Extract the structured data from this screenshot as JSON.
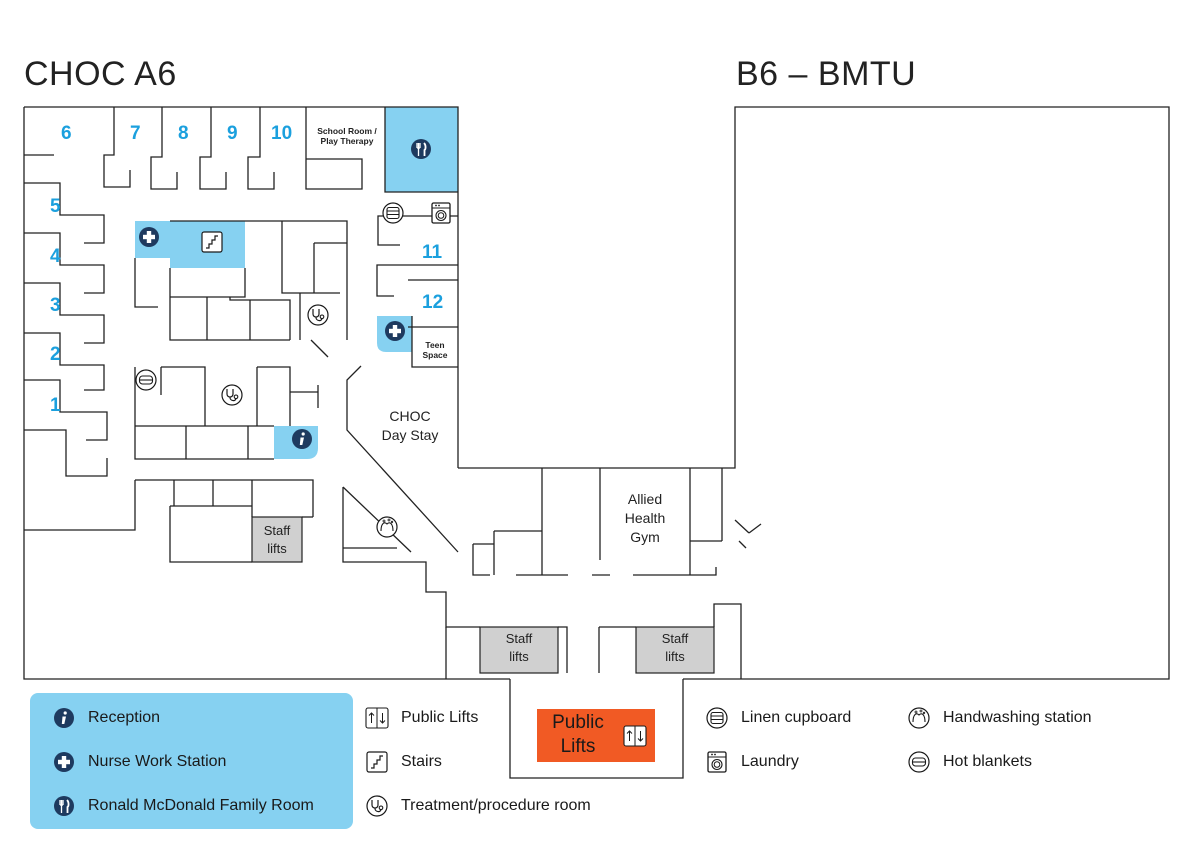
{
  "titles": {
    "left": "CHOC A6",
    "right": "B6 – BMTU"
  },
  "rooms": {
    "r1": "1",
    "r2": "2",
    "r3": "3",
    "r4": "4",
    "r5": "5",
    "r6": "6",
    "r7": "7",
    "r8": "8",
    "r9": "9",
    "r10": "10",
    "r11": "11",
    "r12": "12"
  },
  "areas": {
    "school_room_line1": "School Room /",
    "school_room_line2": "Play Therapy",
    "teen_space_line1": "Teen",
    "teen_space_line2": "Space",
    "day_stay_line1": "CHOC",
    "day_stay_line2": "Day Stay",
    "allied_line1": "Allied",
    "allied_line2": "Health",
    "allied_line3": "Gym",
    "staff_lifts_line1": "Staff",
    "staff_lifts_line2": "lifts",
    "public_lifts_line1": "Public",
    "public_lifts_line2": "Lifts"
  },
  "legend": {
    "reception": "Reception",
    "nurse_station": "Nurse Work Station",
    "family_room": "Ronald McDonald Family Room",
    "public_lifts": "Public Lifts",
    "stairs": "Stairs",
    "treatment": "Treatment/procedure room",
    "linen": "Linen cupboard",
    "laundry": "Laundry",
    "handwashing": "Handwashing station",
    "hot_blankets": "Hot blankets"
  },
  "colors": {
    "highlight_blue": "#86d1f1",
    "room_number_blue": "#1ba0de",
    "icon_dark": "#1e3a5f",
    "lift_grey": "#d0d0d0",
    "public_lifts_orange": "#f15a24",
    "wall": "#222222"
  },
  "icons": {
    "reception": "info-icon",
    "nurse_station": "plus-cross-icon",
    "family_room": "fork-knife-icon",
    "public_lifts": "up-down-arrows-icon",
    "stairs": "stairs-icon",
    "treatment": "stethoscope-icon",
    "linen": "linen-stack-icon",
    "laundry": "washing-machine-icon",
    "handwashing": "hands-washing-icon",
    "hot_blankets": "blanket-icon"
  }
}
